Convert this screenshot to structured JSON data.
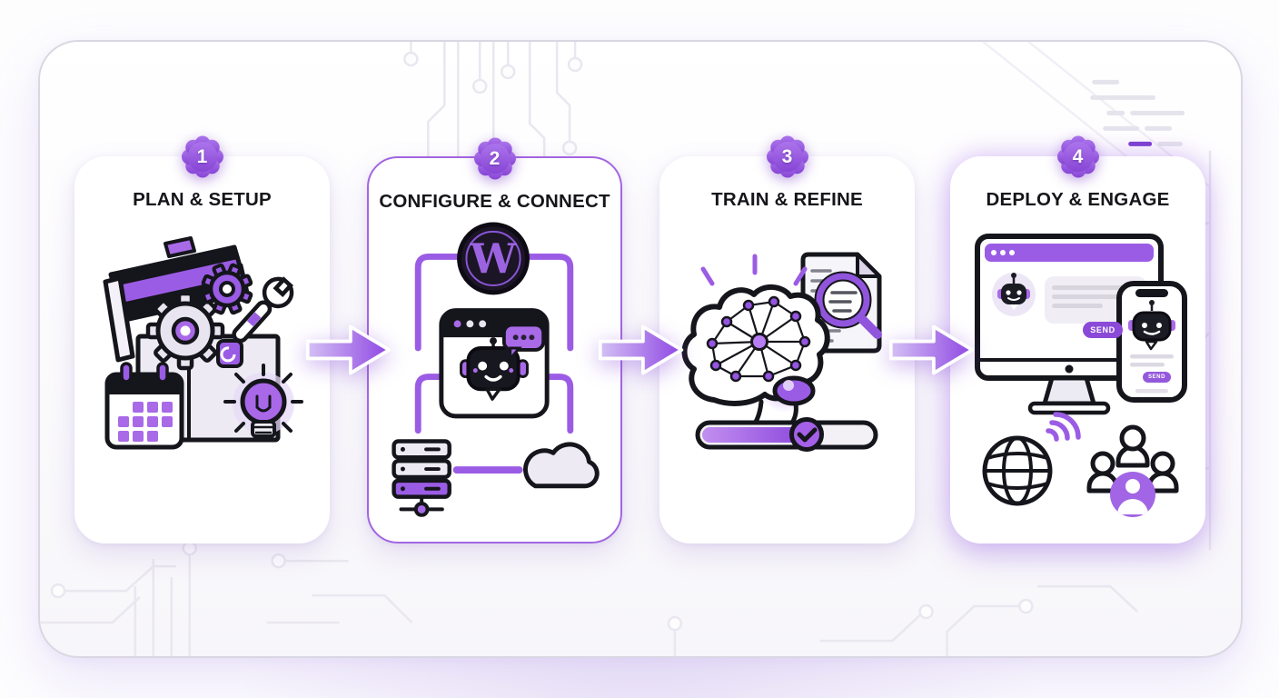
{
  "diagram": {
    "type": "process-flow",
    "step_count": 4,
    "connector": "arrow-right",
    "steps": [
      {
        "number": "1",
        "title": "PLAN & SETUP",
        "highlighted": false,
        "icons": [
          "toolbox-icon",
          "gear-icon",
          "wrench-icon",
          "calendar-icon",
          "lightbulb-icon"
        ]
      },
      {
        "number": "2",
        "title": "CONFIGURE & CONNECT",
        "highlighted": true,
        "icons": [
          "wordpress-icon",
          "bracket-connectors",
          "chatbot-browser-icon",
          "server-icon",
          "cloud-icon"
        ]
      },
      {
        "number": "3",
        "title": "TRAIN & REFINE",
        "highlighted": false,
        "icons": [
          "brain-network-icon",
          "document-search-icon",
          "progress-slider"
        ],
        "progress_percent": 58
      },
      {
        "number": "4",
        "title": "DEPLOY & ENGAGE",
        "highlighted": false,
        "icons": [
          "desktop-chat-icon",
          "mobile-chat-icon",
          "globe-signal-icon",
          "community-icon"
        ],
        "send_button_label": "SEND",
        "mobile_send_label": "SEND"
      }
    ]
  },
  "colors": {
    "accent": "#9b5ce5",
    "accent_dark": "#7a3fd0",
    "accent_light": "#c9aef2",
    "lavender_fill": "#edeaf3",
    "ink_outline": "#15151c",
    "card_background": "#ffffff",
    "circuit_line": "#e9e7ef",
    "title_text": "#15151a"
  }
}
